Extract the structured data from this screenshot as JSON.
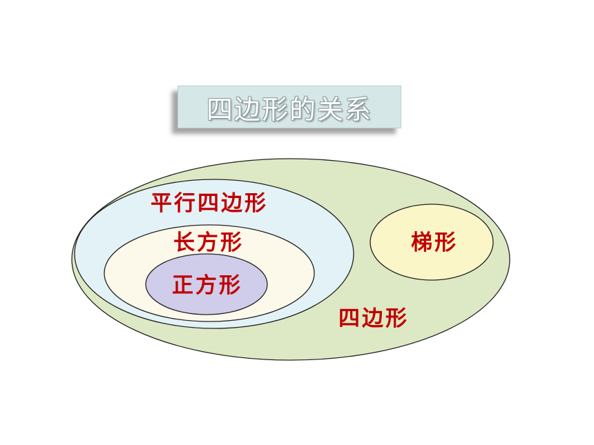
{
  "title": "四边形的关系",
  "sets": {
    "quadrilateral": {
      "label": "四边形",
      "fill": "#dde9c4",
      "contains": [
        "parallelogram",
        "trapezoid"
      ]
    },
    "parallelogram": {
      "label": "平行四边形",
      "fill": "#e3f2f7",
      "contains": [
        "rectangle"
      ]
    },
    "rectangle": {
      "label": "长方形",
      "fill": "#fcf8ea",
      "contains": [
        "square"
      ]
    },
    "square": {
      "label": "正方形",
      "fill": "#cfcdea",
      "contains": []
    },
    "trapezoid": {
      "label": "梯形",
      "fill": "#fbf6c8",
      "contains": []
    }
  },
  "colors": {
    "label": "#c00000",
    "outline": "#222222",
    "title_box": "#d6e7e8"
  }
}
